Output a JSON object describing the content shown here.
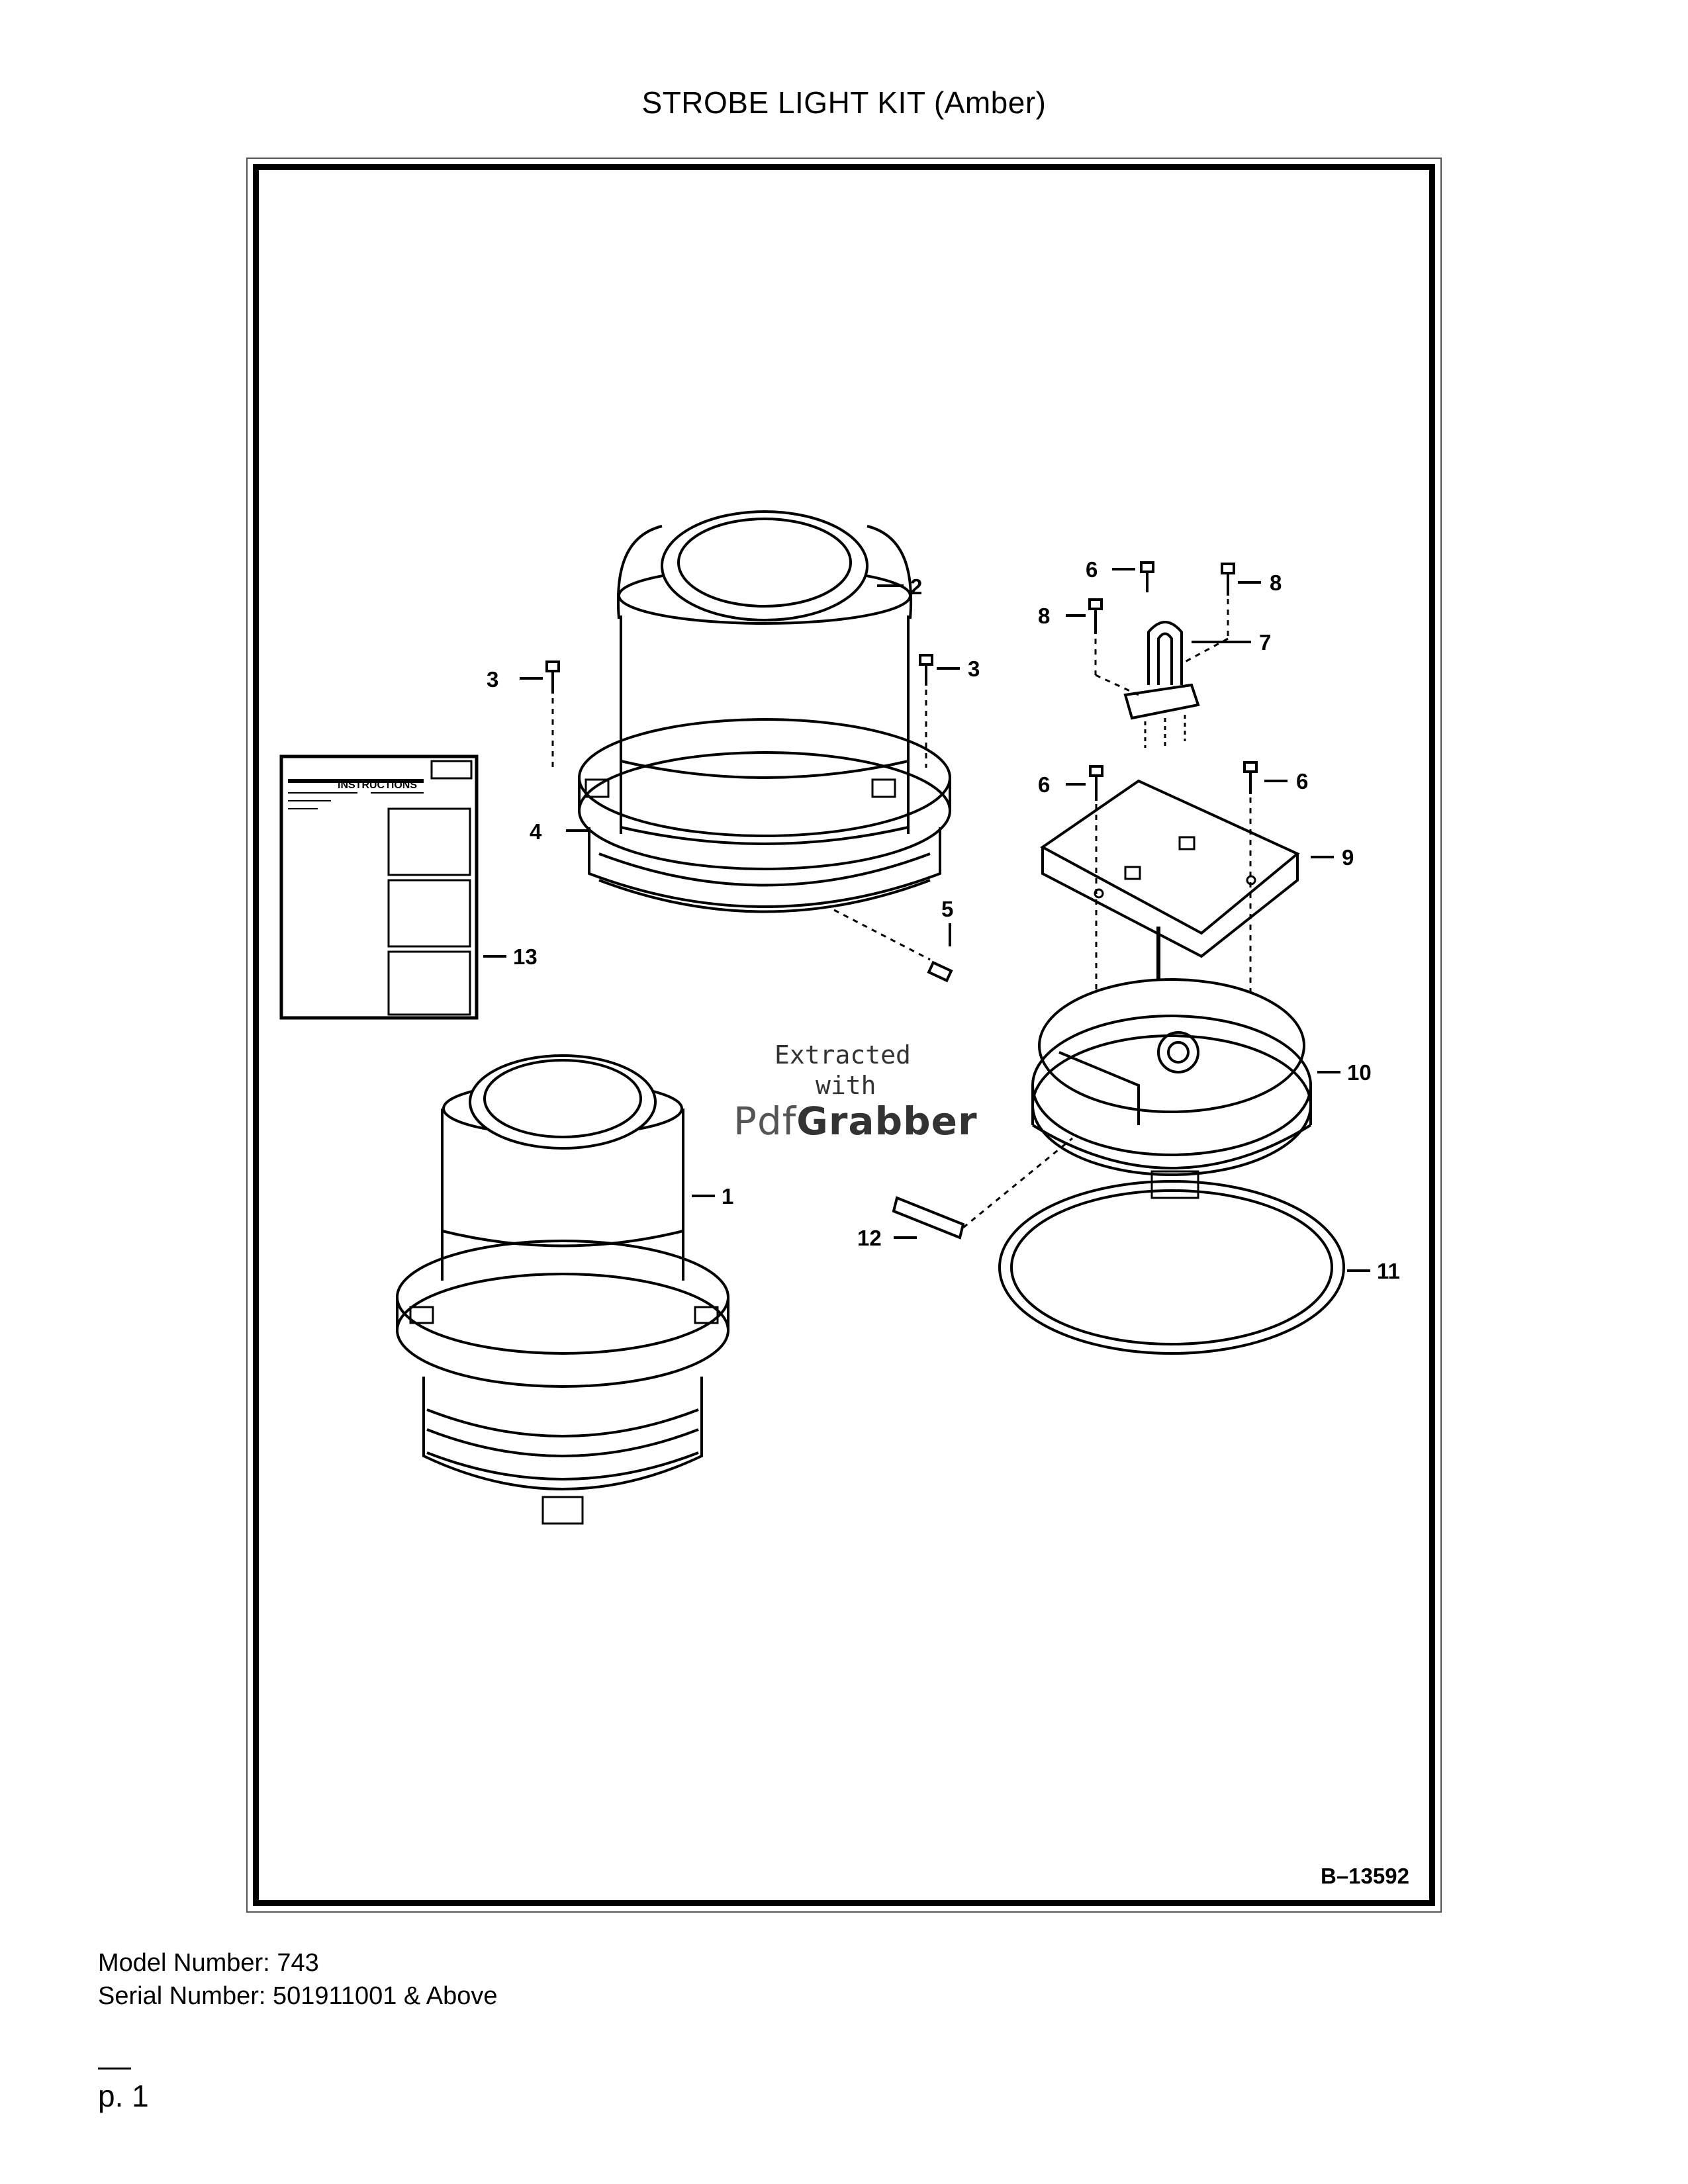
{
  "document": {
    "title": "STROBE LIGHT KIT (Amber)",
    "figure_code": "B–13592",
    "model_number": "Model Number: 743",
    "serial_number": "Serial Number: 501911001 & Above",
    "page_number": "p. 1"
  },
  "watermark": {
    "line1": "Extracted",
    "line2": "with",
    "brand_prefix": "Pdf",
    "brand_suffix": "Grabber"
  },
  "instruction_sheet": {
    "heading": "INSTRUCTIONS"
  },
  "callouts": {
    "c1": "1",
    "c2": "2",
    "c3a": "3",
    "c3b": "3",
    "c4": "4",
    "c5": "5",
    "c6a": "6",
    "c6b": "6",
    "c6c": "6",
    "c7": "7",
    "c8a": "8",
    "c8b": "8",
    "c9": "9",
    "c10": "10",
    "c11": "11",
    "c12": "12",
    "c13": "13"
  }
}
